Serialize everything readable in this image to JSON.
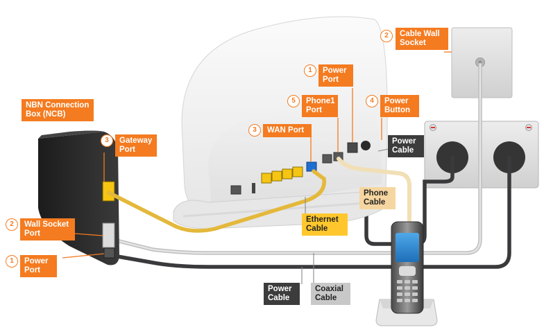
{
  "labels": {
    "cable_wall_socket": {
      "num": "2",
      "text": "Cable Wall Socket"
    },
    "power_port_modem": {
      "num": "1",
      "text": "Power Port"
    },
    "phone1_port": {
      "num": "5",
      "text": "Phone1 Port"
    },
    "power_button": {
      "num": "4",
      "text": "Power Button"
    },
    "wan_port": {
      "num": "3",
      "text": "WAN Port"
    },
    "ncb": {
      "text": "NBN Connection Box (NCB)"
    },
    "gateway_port": {
      "num": "3",
      "text": "Gateway Port"
    },
    "wall_socket_port": {
      "num": "2",
      "text": "Wall Socket Port"
    },
    "power_port_ncb": {
      "num": "1",
      "text": "Power Port"
    },
    "power_cable_right": {
      "text": "Power Cable"
    },
    "phone_cable": {
      "text": "Phone Cable"
    },
    "ethernet_cable": {
      "text": "Ethernet Cable"
    },
    "power_cable_bottom": {
      "text": "Power Cable"
    },
    "coaxial_cable": {
      "text": "Coaxial Cable"
    }
  },
  "colors": {
    "orange": "#f47b20",
    "ethernet": "#e4b83a",
    "power": "#3a3a3c",
    "coax": "#cfcfcf",
    "phone_cable": "#f1dfb6",
    "wan_port": "#1f6fd1",
    "yellow_ports": "#f6c513"
  },
  "icons": [
    "modem",
    "ncb-box",
    "cable-wall-socket",
    "power-outlet",
    "cordless-phone"
  ]
}
